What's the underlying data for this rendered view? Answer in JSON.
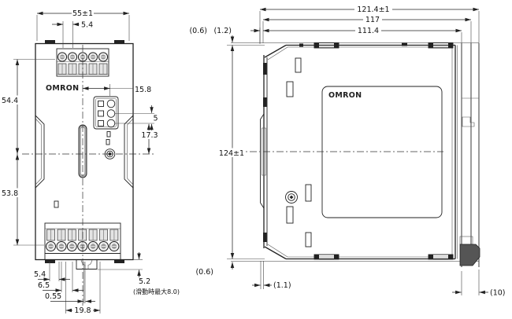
{
  "brand": "OMRON",
  "front_view": {
    "dim_width": "55±1",
    "dim_terminal_pitch": "5.4",
    "dim_upper_height": "54.4",
    "dim_lower_height": "53.8",
    "dim_connector_offset": "15.8",
    "dim_connector_pitch": "5",
    "dim_connector_bottom": "17.3",
    "dim_bottom_1": "5.4",
    "dim_bottom_2": "6.5",
    "dim_bottom_3": "0.55",
    "dim_bottom_4": "19.8",
    "dim_clip": "5.2",
    "dim_clip_note": "(滑動時最大8.0)"
  },
  "side_view": {
    "dim_depth_total": "121.4±1",
    "dim_depth_rail": "117",
    "dim_depth_body": "111.4",
    "dim_height": "124±1",
    "dim_top_clearance": "(0.6)",
    "dim_front_panel": "(1.2)",
    "dim_bottom_clearance": "(0.6)",
    "dim_front_lip": "(1.1)",
    "dim_rail_depth": "(10)"
  }
}
